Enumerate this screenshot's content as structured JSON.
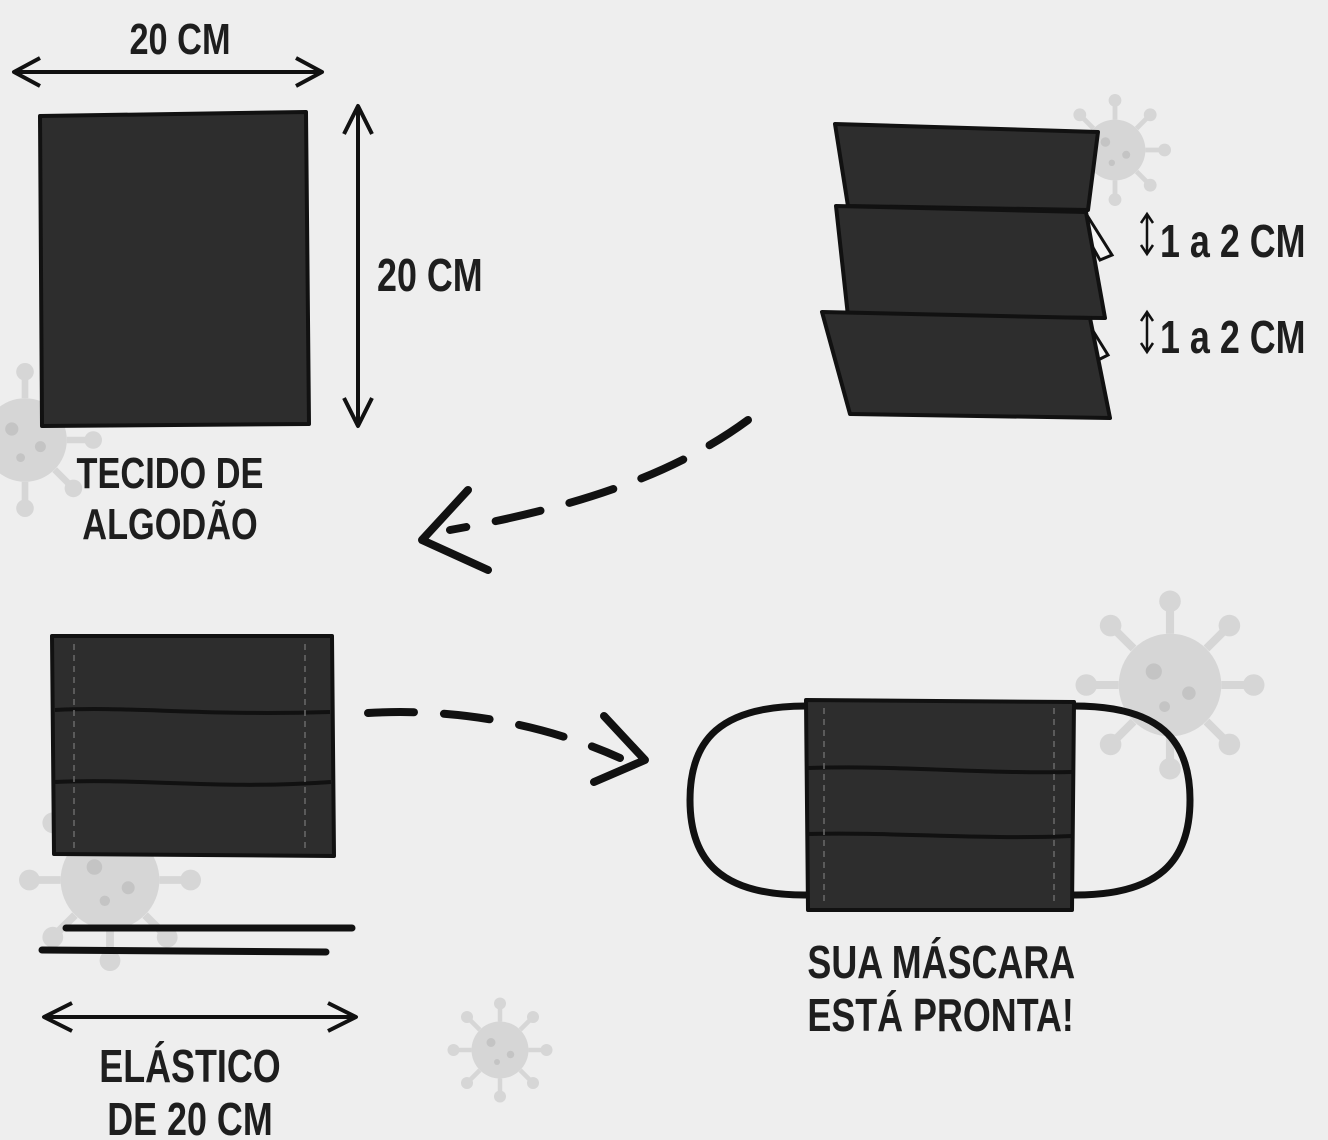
{
  "colors": {
    "background": "#eeeeee",
    "fabric": "#2d2d2d",
    "ink": "#111111",
    "virus_watermark": "#d6d6d6"
  },
  "step1": {
    "width_label": "20 CM",
    "height_label": "20 CM",
    "caption_line1": "TECIDO DE",
    "caption_line2": "ALGODÃO"
  },
  "step2": {
    "fold_label_1": "1 a 2 CM",
    "fold_label_2": "1 a 2 CM"
  },
  "step3": {
    "caption_line1": "ELÁSTICO",
    "caption_line2": "DE 20 CM"
  },
  "step4": {
    "caption_line1": "SUA MÁSCARA",
    "caption_line2": "ESTÁ PRONTA!"
  },
  "icons": [
    "double-arrow-icon",
    "dashed-arrow-icon",
    "virus-icon",
    "updown-arrow-icon"
  ]
}
